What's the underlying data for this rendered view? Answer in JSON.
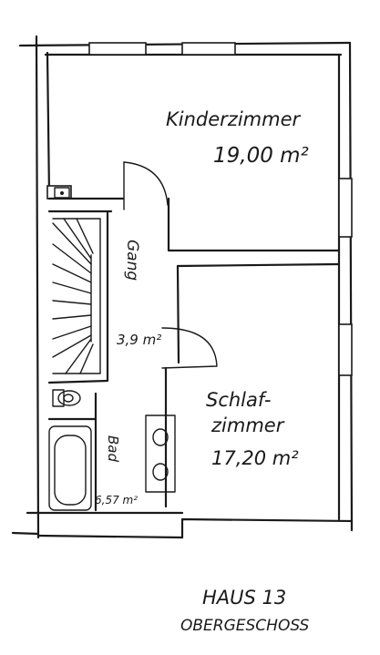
{
  "rooms": {
    "kinderzimmer": {
      "name": "Kinderzimmer",
      "area": "19,00 m²"
    },
    "gang": {
      "name": "Gang",
      "area": "3,9 m²"
    },
    "schlafzimmer": {
      "name_line1": "Schlaf-",
      "name_line2": "zimmer",
      "area": "17,20 m²"
    },
    "bad": {
      "name": "Bad",
      "area": "6,57 m²"
    }
  },
  "caption": {
    "line1": "HAUS 13",
    "line2": "OBERGESCHOSS"
  }
}
